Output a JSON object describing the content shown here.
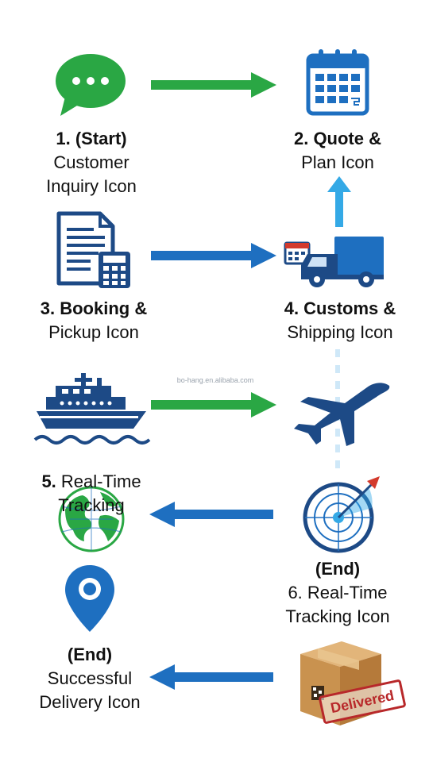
{
  "watermark": "bo-hang.en.alibaba.com",
  "colors": {
    "green": "#2aa744",
    "blue": "#1e6fc0",
    "lightblue": "#34a9e6",
    "navy": "#1d4a86"
  },
  "steps": {
    "s1": {
      "l1": "1. (Start)",
      "l2": "Customer",
      "l3": "Inquiry Icon",
      "icon": "chat-bubble-icon"
    },
    "s2": {
      "l1": "2. Quote &",
      "l2": "Plan Icon",
      "icon": "calendar-icon"
    },
    "s3": {
      "l1": "3. Booking &",
      "l2": "Pickup Icon",
      "icon": "document-calculator-icon"
    },
    "s4": {
      "l1": "4. Customs &",
      "l2": "Shipping Icon",
      "icon": "delivery-truck-icon"
    },
    "s5": {
      "l1": "5. Real-Time",
      "l2": "Tracking",
      "icon": "globe-icon"
    },
    "s6": {
      "l1": "(End)",
      "l2": "6. Real-Time",
      "l3": "Tracking Icon",
      "icon": "radar-icon"
    },
    "s7": {
      "l1": "(End)",
      "l2": "Successful",
      "l3": "Delivery Icon",
      "icon": "location-pin-icon"
    }
  },
  "icons": {
    "ship": "ship-icon",
    "plane": "airplane-icon",
    "box": "package-box-icon"
  },
  "stamp": "Delivered"
}
